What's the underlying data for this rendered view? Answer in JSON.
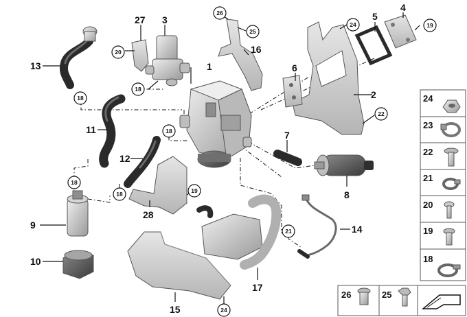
{
  "diagram": {
    "callouts": {
      "c1": "1",
      "c2": "2",
      "c3": "3",
      "c4": "4",
      "c5": "5",
      "c6": "6",
      "c7": "7",
      "c8": "8",
      "c9": "9",
      "c10": "10",
      "c11": "11",
      "c12": "12",
      "c13": "13",
      "c14": "14",
      "c15": "15",
      "c16": "16",
      "c17": "17",
      "c27": "27",
      "c28": "28"
    },
    "circled": {
      "r18a": "18",
      "r18b": "18",
      "r18c": "18",
      "r18d": "18",
      "r18e": "18",
      "r20": "20",
      "r26": "26",
      "r25": "25",
      "r24a": "24",
      "r19a": "19",
      "r22": "22",
      "r19b": "19",
      "r21": "21",
      "r24b": "24"
    }
  },
  "fastener_table": {
    "rows": [
      "24",
      "23",
      "22",
      "21",
      "20",
      "19",
      "18"
    ],
    "bottom": [
      "26",
      "25"
    ]
  },
  "colors": {
    "part_light": "#d9d9d9",
    "part_mid": "#a8a8a8",
    "part_dark": "#4a4a4a",
    "hose": "#2a2a2a"
  }
}
